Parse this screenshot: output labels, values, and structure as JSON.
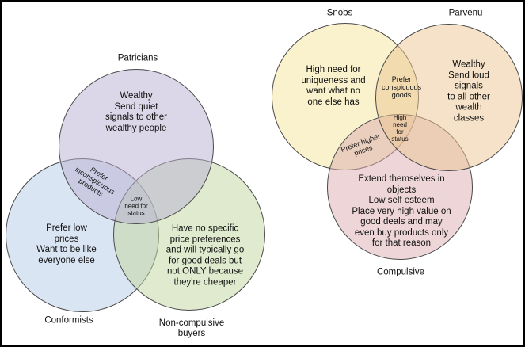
{
  "left_diagram": {
    "circles": {
      "patricians": {
        "label": "Patricians",
        "text": "Wealthy\nSend quiet\nsignals to other\nwealthy people",
        "fill_color": "#dcd7e8"
      },
      "conformists": {
        "label": "Conformists",
        "text": "Prefer low\nprices\nWant to be like\neveryone else",
        "fill_color": "#dae5f3"
      },
      "non_compulsive": {
        "label": "Non-compulsive\nbuyers",
        "text": "Have no specific\nprice preferences\nand will typically go\nfor good deals but\nnot ONLY because\nthey're cheaper",
        "fill_color": "#dfeace"
      }
    },
    "intersections": {
      "patricians_conformists": {
        "text": "Prefer\ninconspicuous\nproducts"
      },
      "center": {
        "text": "Low\nneed for\nstatus"
      }
    }
  },
  "right_diagram": {
    "circles": {
      "snobs": {
        "label": "Snobs",
        "text": "High need for\nuniqueness and\nwant what no\none else has",
        "fill_color": "#f9f2cc"
      },
      "parvenu": {
        "label": "Parvenu",
        "text": "Wealthy\nSend loud signals\nto all other wealth\nclasses",
        "fill_color": "#f5e2c8"
      },
      "compulsive": {
        "label": "Compulsive",
        "text": "Extend themselves in\nobjects\nLow self esteem\nPlace very high value on\ngood deals and may\neven buy products only\nfor that reason",
        "fill_color": "#edd5d8"
      }
    },
    "intersections": {
      "snobs_parvenu": {
        "text": "Prefer\nconspicuous\ngoods"
      },
      "center": {
        "text": "High\nneed\nfor\nstatus"
      },
      "snobs_compulsive": {
        "text": "Prefer higher\nprices"
      }
    }
  },
  "style": {
    "circle_border_color": "#4a4a4a",
    "frame_border_color": "#000000",
    "text_color": "#111111"
  }
}
